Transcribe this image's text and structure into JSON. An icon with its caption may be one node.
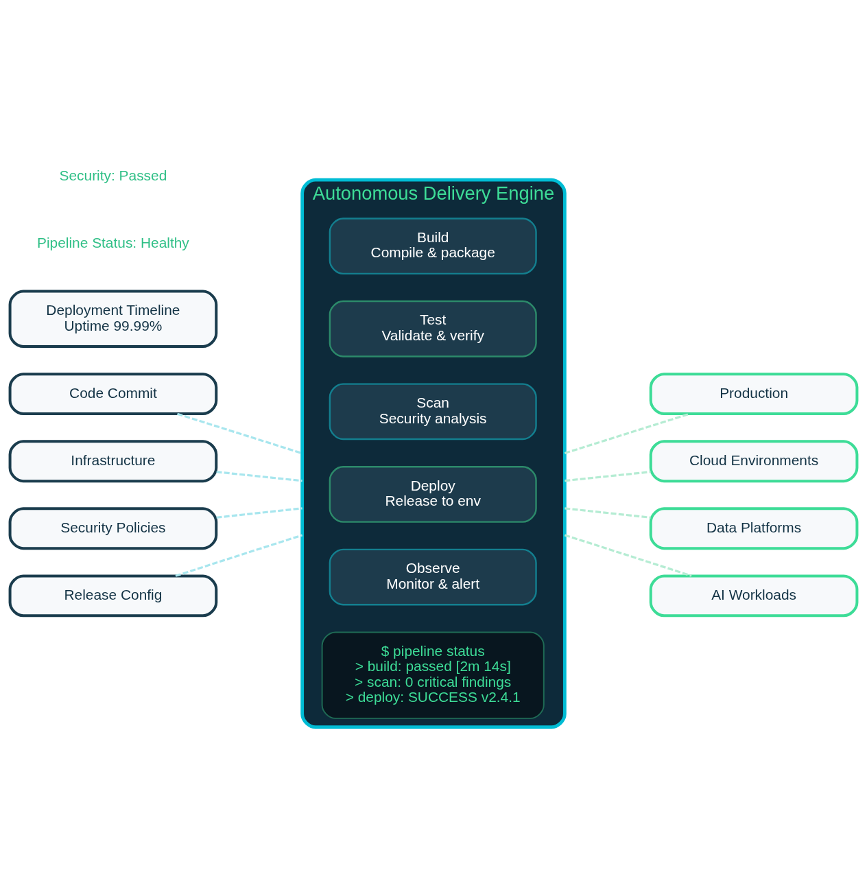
{
  "diagram": {
    "nodes": [
      {
        "text": [
          "Code Commit"
        ]
      },
      {
        "text": [
          "Infrastructure"
        ]
      },
      {
        "text": [
          "Security Policies"
        ]
      },
      {
        "text": [
          "Release Config"
        ]
      },
      {
        "text": [
          "Autonomous Delivery Engine"
        ]
      },
      {
        "text": [
          "Build",
          "Compile & package"
        ],
        "in": 4
      },
      {
        "text": [
          "Test",
          "Validate & verify"
        ],
        "in": 4
      },
      {
        "text": [
          "Scan",
          "Security analysis"
        ],
        "in": 4
      },
      {
        "text": [
          "Deploy",
          "Release to env"
        ],
        "in": 4
      },
      {
        "text": [
          "Observe",
          "Monitor & alert"
        ],
        "in": 4
      },
      {
        "text": [
          "$ pipeline status",
          "> build: passed [2m 14s]",
          "> scan: 0 critical findings",
          "> deploy: SUCCESS v2.4.1"
        ],
        "in": 4
      },
      {
        "text": [
          "Production"
        ]
      },
      {
        "text": [
          "Cloud Environments"
        ]
      },
      {
        "text": [
          "Data Platforms"
        ]
      },
      {
        "text": [
          "AI Workloads"
        ]
      },
      {
        "text": [
          "Deployment Timeline",
          "Uptime 99.99%"
        ]
      }
    ],
    "edges": [
      {
        "from": 0,
        "to": 4,
        "arrow": "none",
        "style": "dashed",
        "color": "#a8e6ee"
      },
      {
        "from": 1,
        "to": 4,
        "arrow": "none",
        "style": "dashed",
        "color": "#a8e6ee"
      },
      {
        "from": 2,
        "to": 4,
        "arrow": "none",
        "style": "dashed",
        "color": "#a8e6ee"
      },
      {
        "from": 3,
        "to": 4,
        "arrow": "none",
        "style": "dashed",
        "color": "#a8e6ee"
      },
      {
        "from": 4,
        "to": 11,
        "arrow": "none",
        "style": "dashed",
        "color": "#b5ecd3"
      },
      {
        "from": 4,
        "to": 12,
        "arrow": "none",
        "style": "dashed",
        "color": "#b5ecd3"
      },
      {
        "from": 4,
        "to": 13,
        "arrow": "none",
        "style": "dashed",
        "color": "#b5ecd3"
      },
      {
        "from": 4,
        "to": 14,
        "arrow": "none",
        "style": "dashed",
        "color": "#b5ecd3"
      }
    ],
    "labels": [
      "Pipeline Status: Healthy",
      "Security: Passed"
    ]
  }
}
